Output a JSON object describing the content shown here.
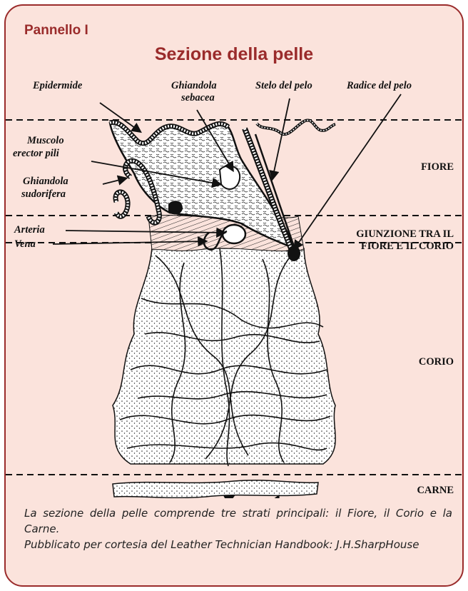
{
  "panel": {
    "label": "Pannello I",
    "title": "Sezione della pelle"
  },
  "diagram": {
    "structure_labels": {
      "epidermide": "Epidermide",
      "ghiandola_sebacea_1": "Ghiandola",
      "ghiandola_sebacea_2": "sebacea",
      "stelo_del_pelo": "Stelo del pelo",
      "radice_del_pelo": "Radice del pelo",
      "muscolo_1": "Muscolo",
      "muscolo_2": "erector pili",
      "sudorifera_1": "Ghiandola",
      "sudorifera_2": "sudorifera",
      "arteria": "Arteria",
      "vena": "Vena"
    },
    "layer_labels": {
      "fiore": "FIORE",
      "giunzione_1": "GIUNZIONE TRA IL",
      "giunzione_2": "FIORE E IL CORIO",
      "corio": "CORIO",
      "carne": "CARNE"
    }
  },
  "caption": {
    "line1": "La sezione della pelle comprende tre strati principali: il Fiore, il Corio e la Carne.",
    "line2": "Pubblicato per cortesia del Leather Technician Handbook: J.H.SharpHouse"
  }
}
